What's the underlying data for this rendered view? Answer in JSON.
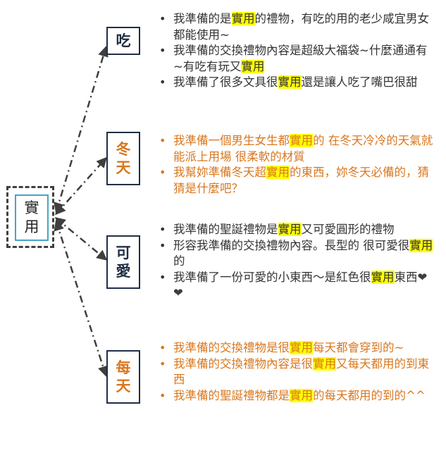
{
  "center": {
    "label": "實用"
  },
  "nodes": {
    "eat": {
      "label": "吃"
    },
    "winter": {
      "label": "冬天"
    },
    "cute": {
      "label": "可愛"
    },
    "daily": {
      "label": "每天"
    }
  },
  "groups": {
    "eat": [
      {
        "before": "我準備的是",
        "hl": "實用",
        "after": "的禮物，有吃的用的老少咸宜男女都能使用~"
      },
      {
        "before": "我準備的交換禮物內容是超級大福袋~什麼通通有~有吃有玩又",
        "hl": "實用",
        "after": ""
      },
      {
        "before": "我準備了很多文具很",
        "hl": "實用",
        "after": "還是讓人吃了嘴巴很甜"
      }
    ],
    "winter": [
      {
        "before": "我準備一個男生女生都",
        "hl": "實用",
        "after": "的 在冬天冷冷的天氣就能派上用場 很柔軟的材質"
      },
      {
        "before": "我幫妳準備冬天超",
        "hl": "實用",
        "after": "的東西，妳冬天必備的，猜猜是什麼吧？"
      }
    ],
    "cute": [
      {
        "before": "我準備的聖誕禮物是",
        "hl": "實用",
        "after": "又可愛圓形的禮物"
      },
      {
        "before": "形容我準備的交換禮物內容。長型的 很可愛很",
        "hl": "實用",
        "after": "的"
      },
      {
        "before": "我準備了一份可愛的小東西～是紅色很",
        "hl": "實用",
        "after": "東西",
        "hearts": "❤❤"
      }
    ],
    "daily": [
      {
        "before": "我準備的交換禮物是很",
        "hl": "實用",
        "after": "每天都會穿到的~"
      },
      {
        "before": "我準備的交換禮物內容是很",
        "hl": "實用",
        "after": "又每天都用的到東西"
      },
      {
        "before": "我準備的聖誕禮物都是",
        "hl": "實用",
        "after": "的每天都用的到的^^"
      }
    ]
  },
  "colors": {
    "dark_text": "#333333",
    "orange_text": "#d9771e",
    "highlight": "#ffff00",
    "center_border": "#4aa3c4",
    "node_border": "#1f2f44"
  }
}
